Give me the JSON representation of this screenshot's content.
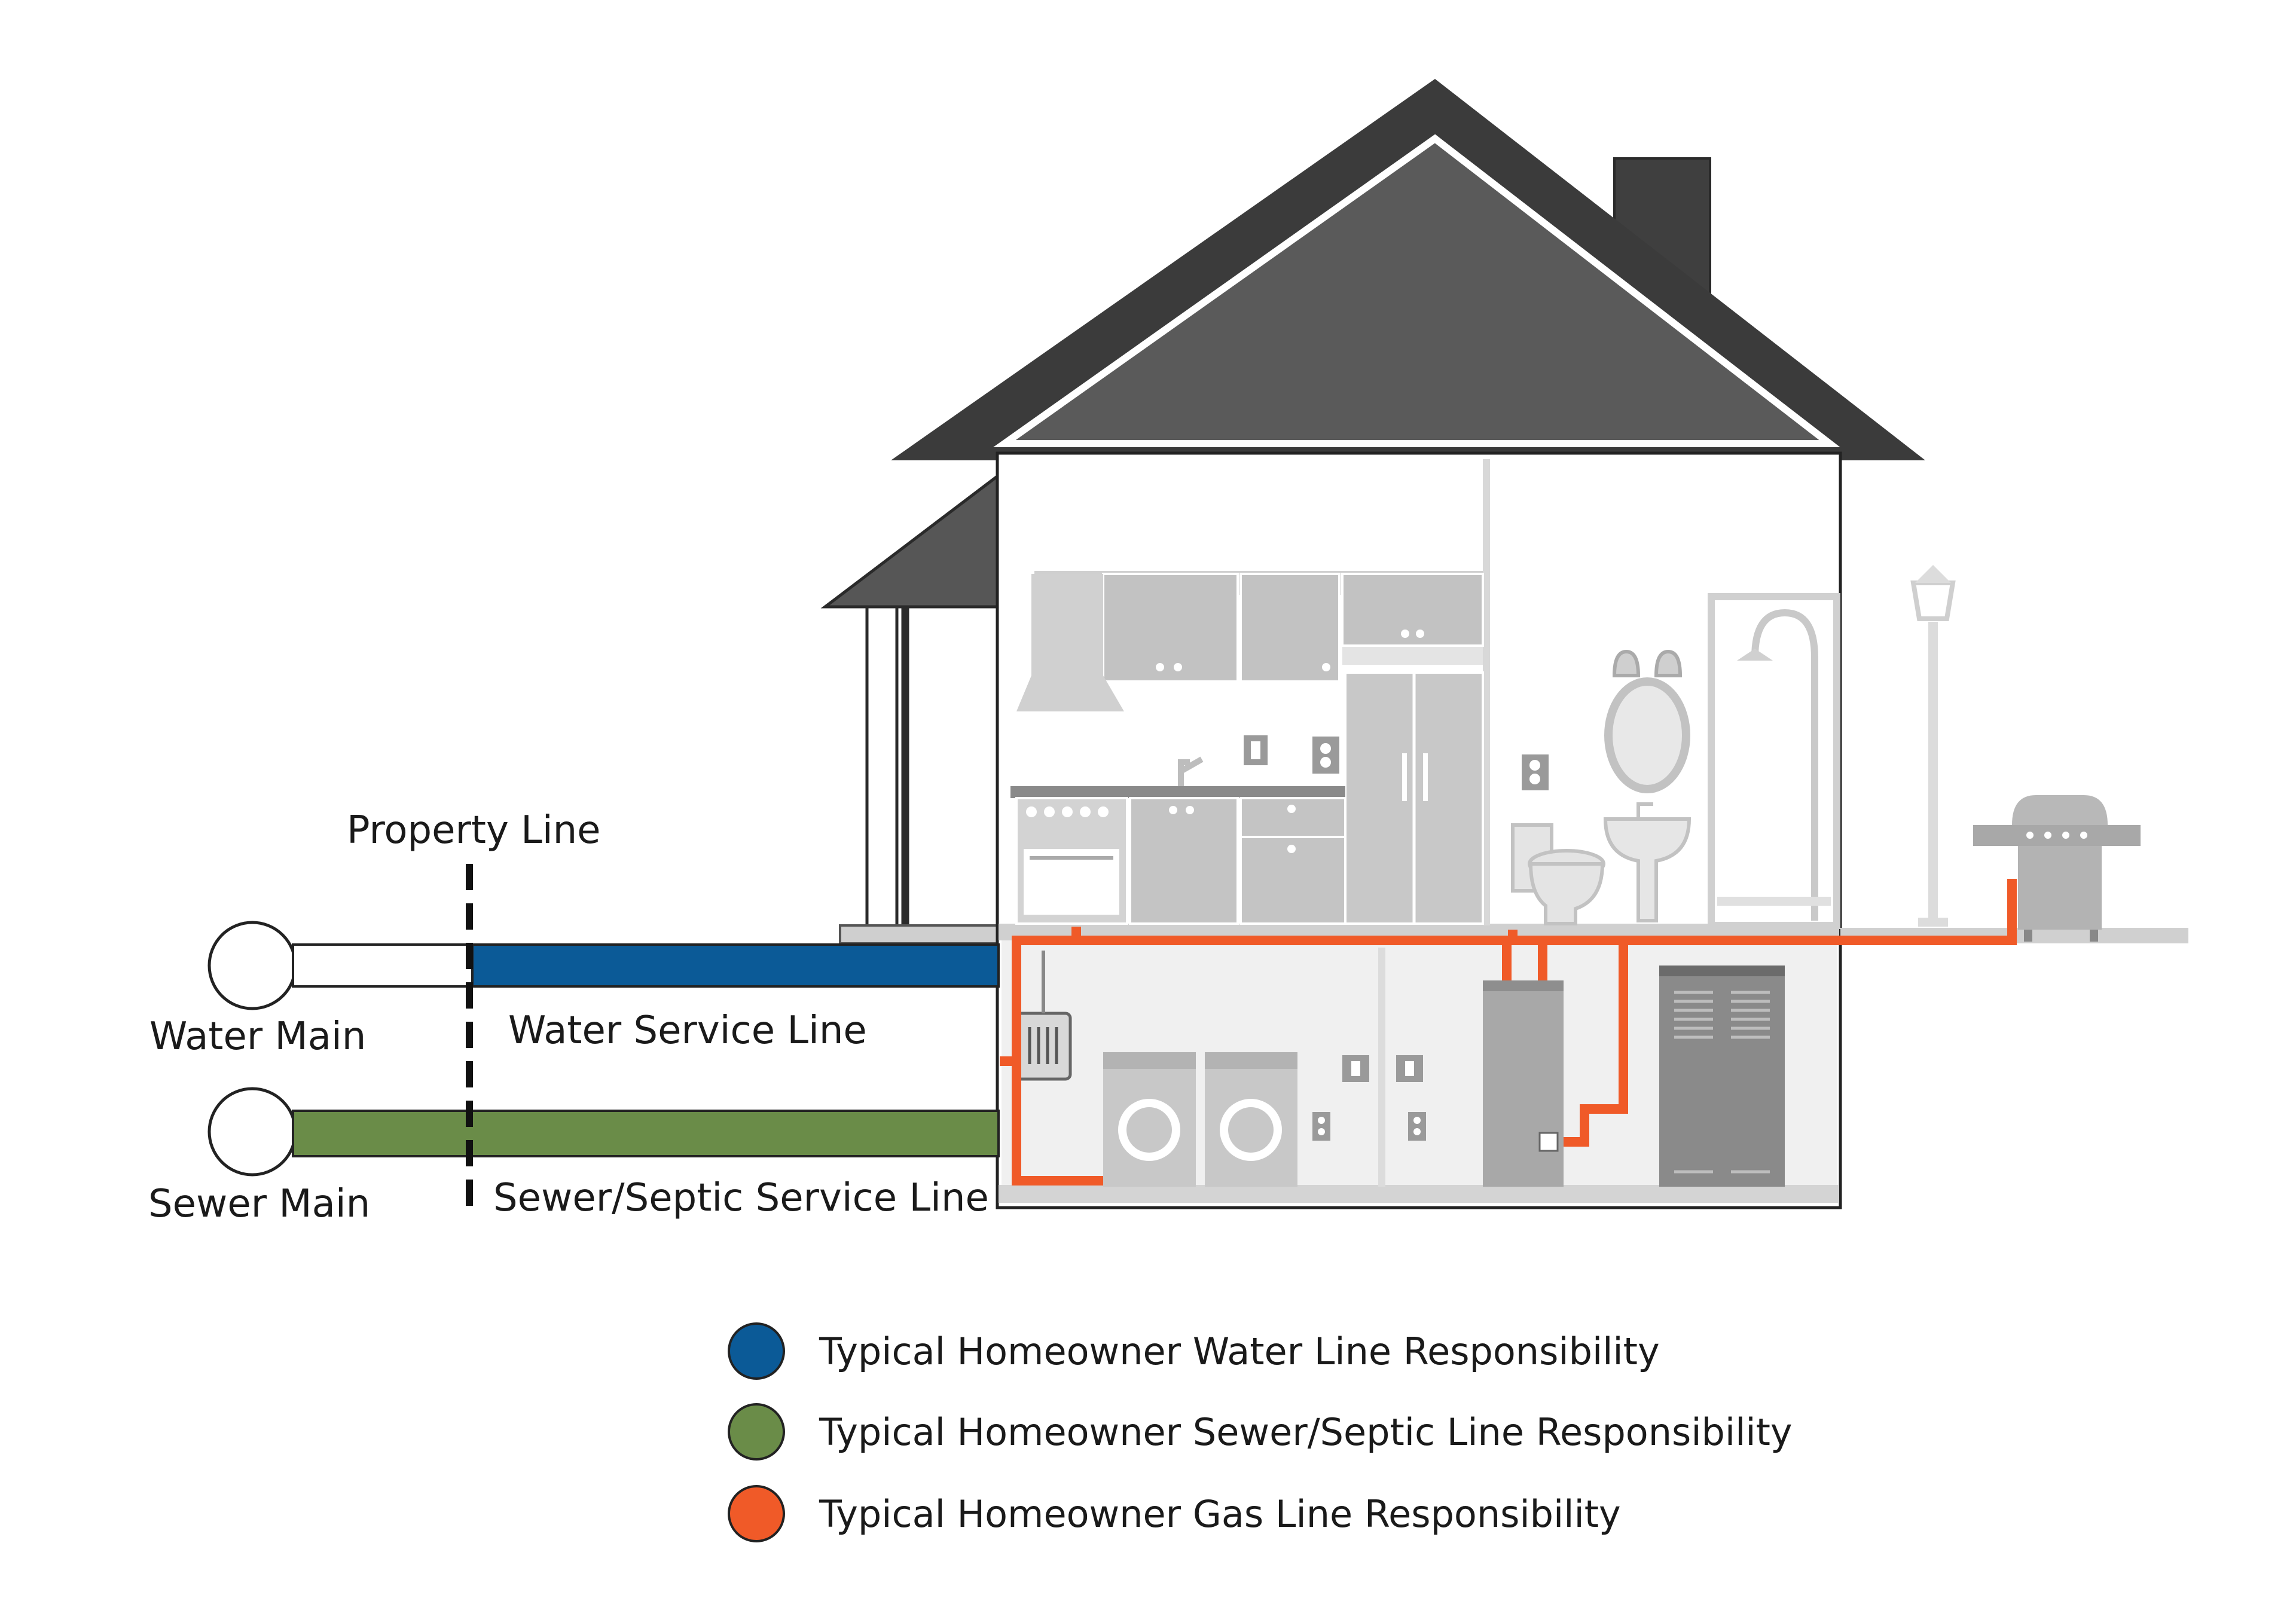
{
  "labels": {
    "property_line": "Property Line",
    "water_main": "Water Main",
    "sewer_main": "Sewer Main",
    "water_service_line": "Water Service Line",
    "sewer_service_line": "Sewer/Septic Service Line"
  },
  "legend": [
    {
      "label": "Typical Homeowner Water Line Responsibility",
      "color": "#0b5a97"
    },
    {
      "label": "Typical Homeowner Sewer/Septic Line Responsibility",
      "color": "#6a8c48"
    },
    {
      "label": "Typical Homeowner Gas Line Responsibility",
      "color": "#f05a28"
    }
  ],
  "colors": {
    "water": "#0b5a97",
    "sewer": "#6a8c48",
    "gas": "#f05a28",
    "roof": "#565656",
    "fixture": "#c9c9c9"
  }
}
